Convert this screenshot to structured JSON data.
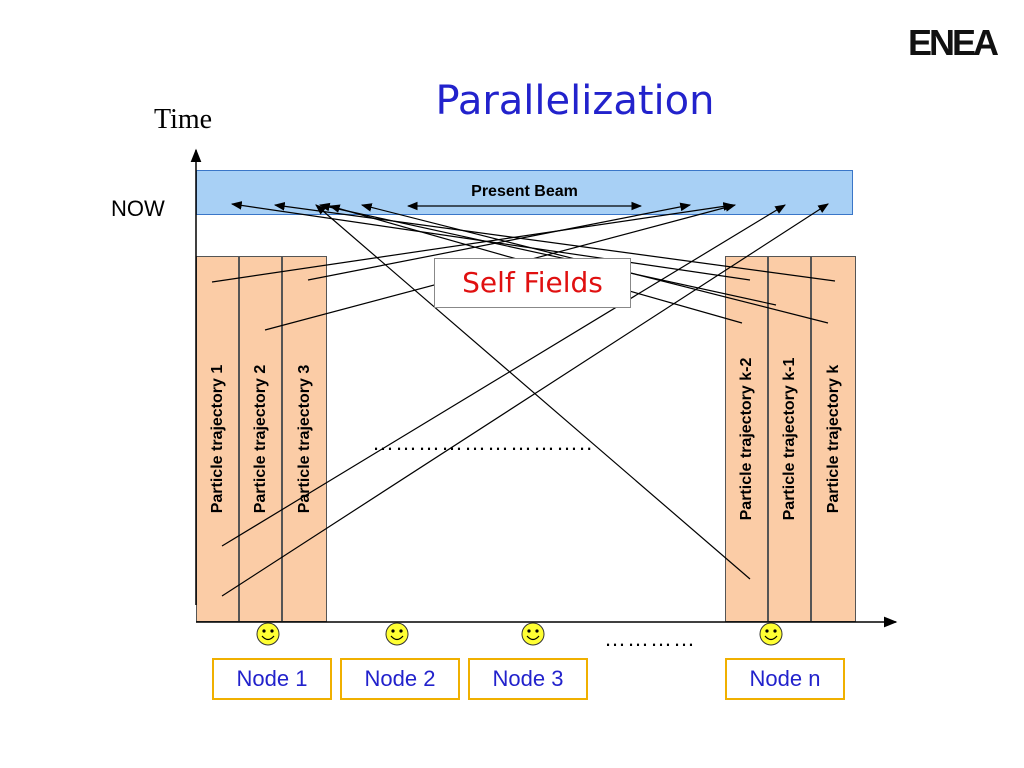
{
  "title": "Parallelization",
  "logo": "ENEA",
  "axis": {
    "time_label": "Time",
    "now_label": "NOW"
  },
  "beam": {
    "label": "Present Beam",
    "color": "#a8d0f5"
  },
  "self_fields": "Self Fields",
  "trajectories": [
    "Particle trajectory 1",
    "Particle trajectory 2",
    "Particle trajectory 3",
    "Particle trajectory k-2",
    "Particle trajectory k-1",
    "Particle trajectory k"
  ],
  "middle_dots": "………………………..",
  "node_dots": "…………",
  "nodes": [
    "Node 1",
    "Node 2",
    "Node 3",
    "Node n"
  ],
  "colors": {
    "trajectory_fill": "#fbcca6",
    "node_border": "#f0b000",
    "title": "#2222cc",
    "self_fields_text": "#e01010"
  }
}
